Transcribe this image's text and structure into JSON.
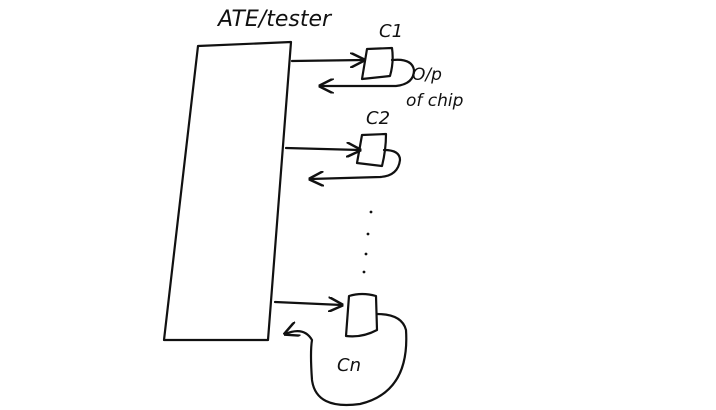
{
  "diagram": {
    "title": "ATE/tester",
    "chips": [
      {
        "label": "C1"
      },
      {
        "label": "C2"
      },
      {
        "label": "Cn"
      }
    ],
    "annotation_line1": "O/p",
    "annotation_line2": "of chip",
    "colors": {
      "ink": "#111111",
      "background": "#ffffff"
    }
  }
}
